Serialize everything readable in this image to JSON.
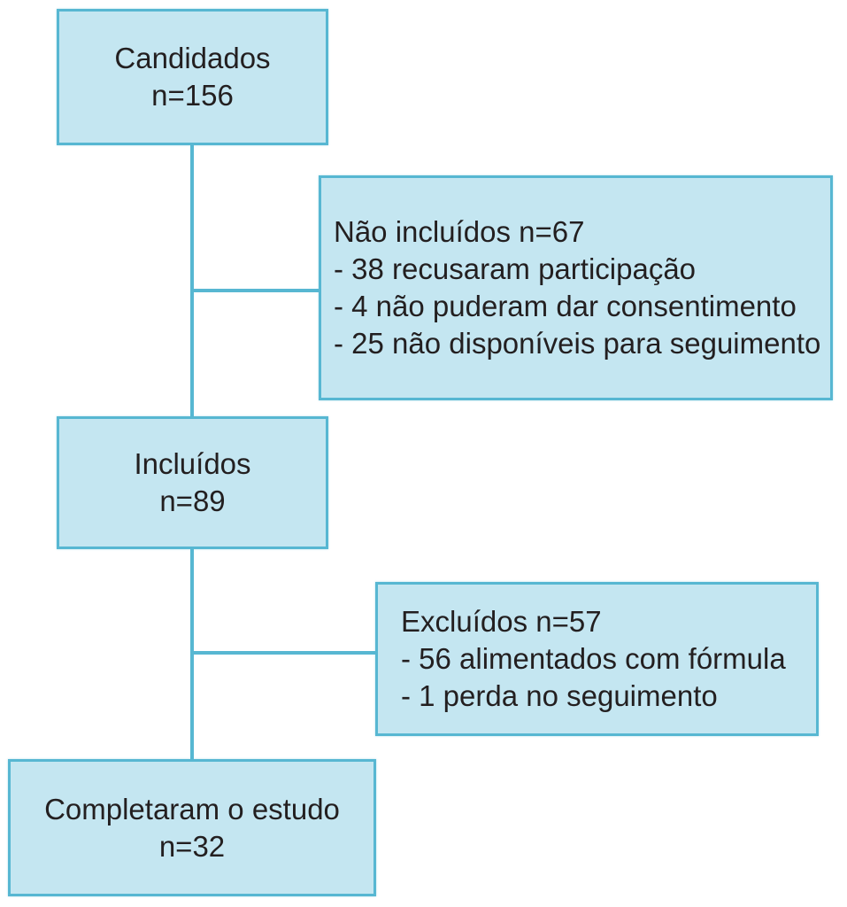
{
  "nodes": {
    "candidates": {
      "title": "Candidados",
      "count": "n=156"
    },
    "not_included": {
      "title": "Não incluídos n=67",
      "items": [
        "- 38 recusaram participação",
        "- 4 não puderam dar consentimento",
        "- 25 não disponíveis para seguimento"
      ]
    },
    "included": {
      "title": "Incluídos",
      "count": "n=89"
    },
    "excluded": {
      "title": "Excluídos n=57",
      "items": [
        "- 56 alimentados com fórmula",
        "- 1 perda no seguimento"
      ]
    },
    "completed": {
      "title": "Completaram o estudo",
      "count": "n=32"
    }
  },
  "colors": {
    "box_fill": "#c4e6f1",
    "box_border": "#57b7d2",
    "connector": "#57b7d2",
    "text": "#231f20"
  }
}
